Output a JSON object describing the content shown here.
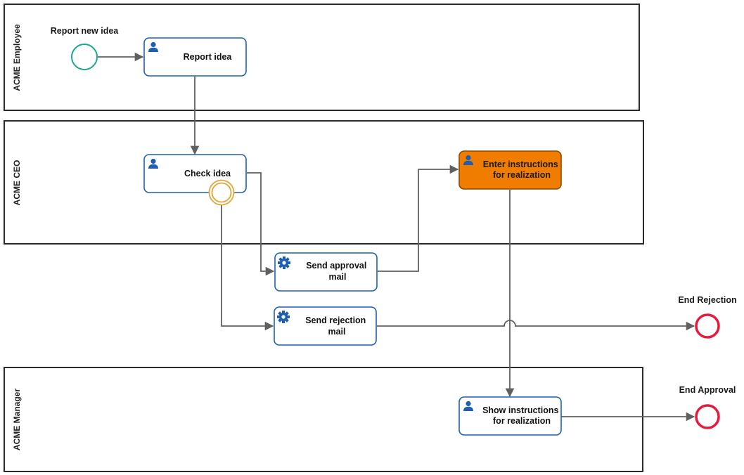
{
  "lanes": [
    {
      "id": "employee",
      "label": "ACME Employee"
    },
    {
      "id": "ceo",
      "label": "ACME CEO"
    },
    {
      "id": "manager",
      "label": "ACME Manager"
    }
  ],
  "events": {
    "start": {
      "label": "Report new idea",
      "color": "#1aaa8a"
    },
    "end_rejection": {
      "label": "End Rejection",
      "color": "#e8173c"
    },
    "end_approval": {
      "label": "End Approval",
      "color": "#e8173c"
    },
    "boundary_color": "#e0a637"
  },
  "tasks": {
    "report_idea": {
      "label": [
        "Report idea"
      ],
      "icon": "user-icon"
    },
    "check_idea": {
      "label": [
        "Check idea"
      ],
      "icon": "user-icon"
    },
    "send_approval_mail": {
      "label": [
        "Send approval",
        "mail"
      ],
      "icon": "gear-icon"
    },
    "send_rejection_mail": {
      "label": [
        "Send rejection",
        "mail"
      ],
      "icon": "gear-icon"
    },
    "enter_instructions": {
      "label": [
        "Enter instructions",
        "for realization"
      ],
      "icon": "user-icon",
      "active": true
    },
    "show_instructions": {
      "label": [
        "Show instructions",
        "for realization"
      ],
      "icon": "user-icon"
    }
  },
  "colors": {
    "task_border": "#1e5fb4",
    "task_fill": "#ffffff",
    "active_fill": "#f07d00",
    "active_border": "#8a4a00",
    "icon": "#1e5fb4",
    "flow": "#606060"
  }
}
